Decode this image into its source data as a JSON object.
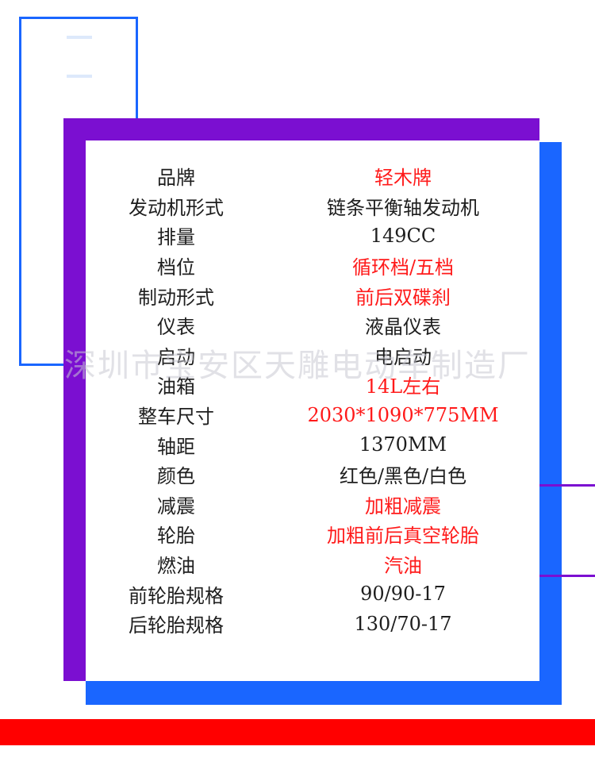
{
  "colors": {
    "blue_accent": "#1a66ff",
    "purple_accent": "#7b0fd1",
    "red_bar": "#ff0000",
    "highlight_text": "#ff1a1a",
    "normal_text": "#1e1e1e"
  },
  "specs": [
    {
      "label": "品牌",
      "value": "轻木牌",
      "highlight": true
    },
    {
      "label": "发动机形式",
      "value": "链条平衡轴发动机",
      "highlight": false
    },
    {
      "label": "排量",
      "value": "149CC",
      "highlight": false
    },
    {
      "label": "档位",
      "value": "循环档/五档",
      "highlight": true
    },
    {
      "label": "制动形式",
      "value": "前后双碟刹",
      "highlight": true
    },
    {
      "label": "仪表",
      "value": "液晶仪表",
      "highlight": false
    },
    {
      "label": "启动",
      "value": "电启动",
      "highlight": false
    },
    {
      "label": "油箱",
      "value": "14L左右",
      "highlight": true
    },
    {
      "label": "整车尺寸",
      "value": "2030*1090*775MM",
      "highlight": true
    },
    {
      "label": "轴距",
      "value": "1370MM",
      "highlight": false
    },
    {
      "label": "颜色",
      "value": "红色/黑色/白色",
      "highlight": false
    },
    {
      "label": "减震",
      "value": "加粗减震",
      "highlight": true
    },
    {
      "label": "轮胎",
      "value": "加粗前后真空轮胎",
      "highlight": true
    },
    {
      "label": "燃油",
      "value": "汽油",
      "highlight": true
    },
    {
      "label": "前轮胎规格",
      "value": "90/90-17",
      "highlight": false
    },
    {
      "label": "后轮胎规格",
      "value": "130/70-17",
      "highlight": false
    }
  ],
  "watermark": "深圳市宝安区天雕电动车制造厂"
}
